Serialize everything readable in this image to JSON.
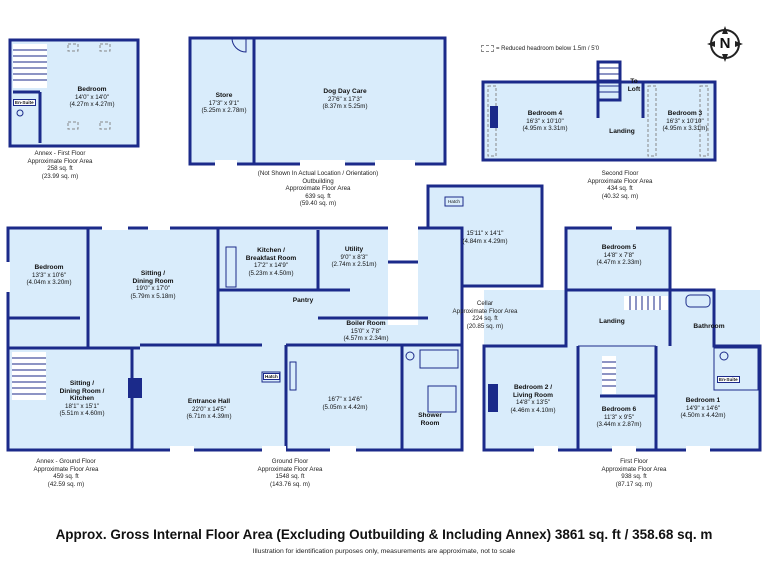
{
  "legend": {
    "text": "= Reduced headroom below 1.5m / 5'0"
  },
  "compass": {
    "letter": "N"
  },
  "annex_first": {
    "bedroom": {
      "name": "Bedroom",
      "imperial": "14'0\" x 14'0\"",
      "metric": "(4.27m x 4.27m)"
    },
    "ensuite": "En-Suite",
    "caption": [
      "Annex - First Floor",
      "Approximate Floor Area",
      "258 sq. ft",
      "(23.99 sq. m)"
    ]
  },
  "outbuilding": {
    "store": {
      "name": "Store",
      "imperial": "17'3\" x 9'1\"",
      "metric": "(5.25m x 2.78m)"
    },
    "daycare": {
      "name": "Dog Day Care",
      "imperial": "27'6\" x 17'3\"",
      "metric": "(8.37m x 5.25m)"
    },
    "caption": [
      "(Not Shown In Actual Location / Orientation)",
      "Outbuilding",
      "Approximate Floor Area",
      "639 sq. ft",
      "(59.40 sq. m)"
    ]
  },
  "second_floor": {
    "bedroom4": {
      "name": "Bedroom 4",
      "imperial": "16'3\" x 10'10\"",
      "metric": "(4.95m x 3.31m)"
    },
    "bedroom3": {
      "name": "Bedroom 3",
      "imperial": "16'3\" x 10'10\"",
      "metric": "(4.95m x 3.31m)"
    },
    "landing": "Landing",
    "to_loft": [
      "To",
      "Loft"
    ],
    "caption": [
      "Second Floor",
      "Approximate Floor Area",
      "434 sq. ft",
      "(40.32 sq. m)"
    ]
  },
  "cellar": {
    "hatch": "Hatch",
    "imperial": "15'11\" x 14'1\"",
    "metric": "(4.84m x 4.29m)",
    "caption": [
      "Cellar",
      "Approximate Floor Area",
      "224 sq. ft",
      "(20.85 sq. m)"
    ]
  },
  "ground": {
    "bedroom": {
      "name": "Bedroom",
      "imperial": "13'3\" x 10'6\"",
      "metric": "(4.04m x 3.20m)"
    },
    "sitting_dining": {
      "name": [
        "Sitting /",
        "Dining Room"
      ],
      "imperial": "19'0\" x 17'0\"",
      "metric": "(5.79m x 5.18m)"
    },
    "kitchen": {
      "name": [
        "Kitchen /",
        "Breakfast Room"
      ],
      "imperial": "17'2\" x 14'9\"",
      "metric": "(5.23m x 4.50m)"
    },
    "utility": {
      "name": "Utility",
      "imperial": "9'0\" x 8'3\"",
      "metric": "(2.74m x 2.51m)"
    },
    "pantry": "Pantry",
    "boiler": {
      "name": "Boiler Room",
      "imperial": "15'0\" x 7'8\"",
      "metric": "(4.57m x 2.34m)"
    },
    "annex_sitting": {
      "name": [
        "Sitting /",
        "Dining Room /",
        "Kitchen"
      ],
      "imperial": "18'1\" x 15'1\"",
      "metric": "(5.51m x 4.60m)"
    },
    "entrance": {
      "name": "Entrance Hall",
      "imperial": "22'0\" x 14'5\"",
      "metric": "(6.71m x 4.39m)"
    },
    "hatch": "Hatch",
    "room": {
      "imperial": "16'7\" x 14'6\"",
      "metric": "(5.05m x 4.42m)"
    },
    "shower": [
      "Shower",
      "Room"
    ],
    "annex_caption": [
      "Annex - Ground Floor",
      "Approximate Floor Area",
      "459 sq. ft",
      "(42.59 sq. m)"
    ],
    "caption": [
      "Ground Floor",
      "Approximate Floor Area",
      "1548 sq. ft",
      "(143.76 sq. m)"
    ]
  },
  "first_floor": {
    "bedroom5": {
      "name": "Bedroom 5",
      "imperial": "14'8\" x 7'8\"",
      "metric": "(4.47m x 2.33m)"
    },
    "landing": "Landing",
    "bathroom": "Bathroom",
    "bedroom2": {
      "name": [
        "Bedroom 2 /",
        "Living Room"
      ],
      "imperial": "14'8\" x 13'5\"",
      "metric": "(4.46m x 4.10m)"
    },
    "bedroom6": {
      "name": "Bedroom 6",
      "imperial": "11'3\" x 9'5\"",
      "metric": "(3.44m x 2.87m)"
    },
    "bedroom1": {
      "name": "Bedroom 1",
      "imperial": "14'9\" x 14'6\"",
      "metric": "(4.50m x 4.42m)"
    },
    "ensuite": "En-Suite",
    "caption": [
      "First Floor",
      "Approximate Floor Area",
      "938 sq. ft",
      "(87.17 sq. m)"
    ]
  },
  "footer": {
    "title": "Approx. Gross Internal Floor Area (Excluding Outbuilding & Including Annex) 3861 sq. ft / 358.68 sq. m",
    "subtitle": "Illustration for identification purposes only, measurements are approximate, not to scale"
  },
  "colors": {
    "wall": "#1b2a8a",
    "floor": "#d9ecfb",
    "stairs": "#ffffff"
  }
}
